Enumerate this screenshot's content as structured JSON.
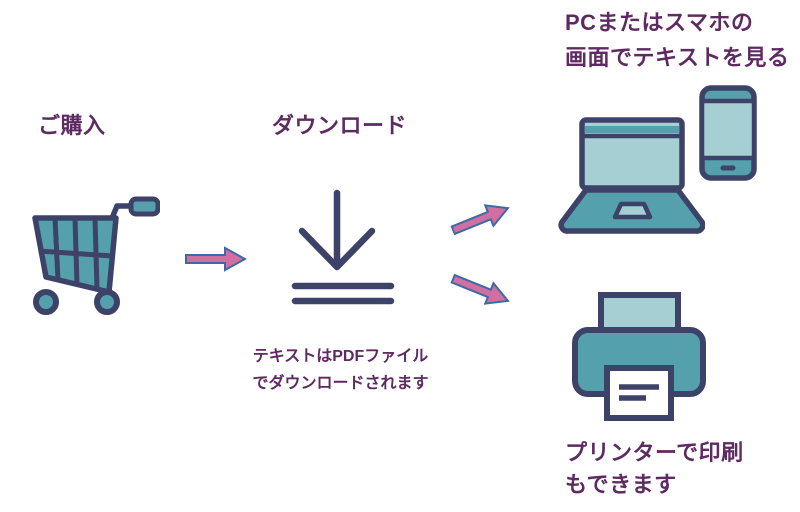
{
  "diagram": {
    "colors": {
      "title_text": "#5d2a61",
      "outline_navy": "#3d4269",
      "teal_dark": "#55a0ad",
      "teal_light": "#a5cfd3",
      "arrow_pink": "#d06fa2",
      "arrow_border": "#3e6aa4",
      "background": "#ffffff"
    },
    "steps": {
      "purchase": {
        "title": "ご購入",
        "icon": "shopping-cart"
      },
      "download": {
        "title": "ダウンロード",
        "icon": "download-arrow",
        "caption_line1": "テキストはPDFファイル",
        "caption_line2": "でダウンロードされます"
      },
      "view_on_screen": {
        "title_line1": "PCまたはスマホの",
        "title_line2": "画面でテキストを見る",
        "icons": [
          "laptop",
          "smartphone"
        ]
      },
      "print": {
        "title_line1": "プリンターで印刷",
        "title_line2": "もできます",
        "icon": "printer"
      }
    },
    "connectors": [
      {
        "name": "arrow-right",
        "direction": "right"
      },
      {
        "name": "arrow-up-right",
        "direction": "up-right"
      },
      {
        "name": "arrow-down-right",
        "direction": "down-right"
      }
    ]
  }
}
